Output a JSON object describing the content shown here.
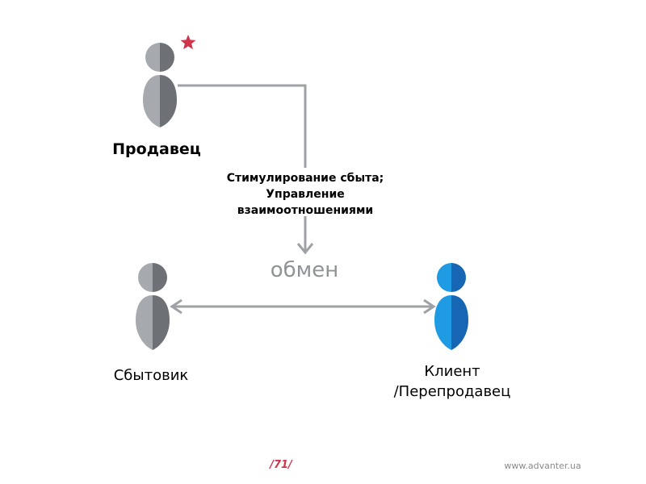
{
  "nodes": {
    "seller": {
      "label": "Продавец",
      "icon": "person-icon",
      "color": "#9a9da1",
      "badge_icon": "star-icon",
      "badge_color": "#d0344c"
    },
    "consumer": {
      "label": "Сбытовик",
      "icon": "person-icon",
      "color": "#9a9da1"
    },
    "client": {
      "line1": "Клиент",
      "line2": "/Перепродавец",
      "icon": "person-icon",
      "color": "#1f8fd6"
    }
  },
  "connectors": {
    "process": {
      "line1": "Стимулирование сбыта;",
      "line2": "Управление",
      "line3": "взаимоотношениями"
    },
    "exchange": {
      "label": "обмен"
    },
    "line_color": "#9ea1a5"
  },
  "footer": {
    "page_number": "/71/",
    "site": "www.advanter.ua"
  }
}
